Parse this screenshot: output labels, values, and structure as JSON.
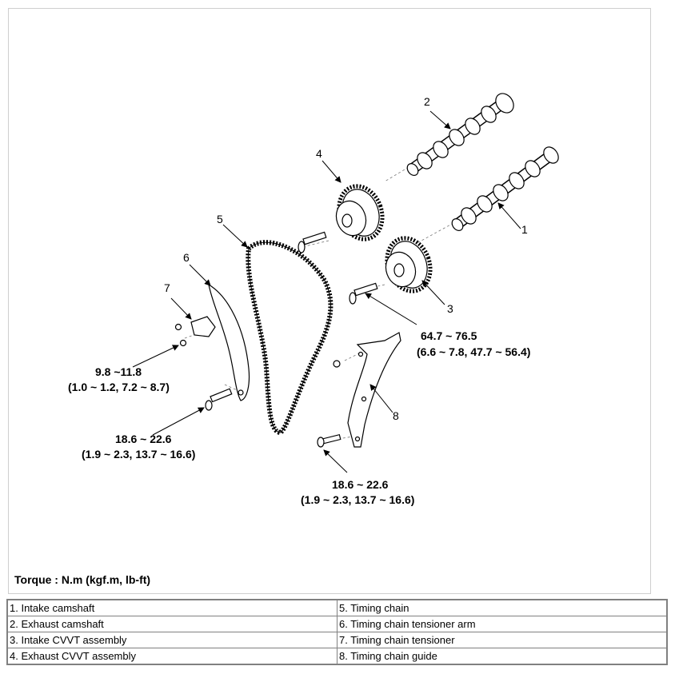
{
  "callouts": {
    "n1": "1",
    "n2": "2",
    "n3": "3",
    "n4": "4",
    "n5": "5",
    "n6": "6",
    "n7": "7",
    "n8": "8"
  },
  "torques": {
    "cvvt_bolt": {
      "line1": "64.7 ~ 76.5",
      "line2": "(6.6 ~ 7.8, 47.7 ~ 56.4)"
    },
    "tensioner_bolt": {
      "line1": "9.8 ~11.8",
      "line2": "(1.0 ~ 1.2, 7.2 ~ 8.7)"
    },
    "tensioner_arm_bolt": {
      "line1": "18.6 ~ 22.6",
      "line2": "(1.9 ~ 2.3, 13.7 ~ 16.6)"
    },
    "chain_guide_bolt": {
      "line1": "18.6 ~ 22.6",
      "line2": "(1.9 ~ 2.3, 13.7 ~ 16.6)"
    }
  },
  "torque_caption": "Torque : N.m (kgf.m, lb-ft)",
  "legend": {
    "rows": [
      {
        "left": "1. Intake camshaft",
        "right": "5. Timing chain"
      },
      {
        "left": "2. Exhaust camshaft",
        "right": "6. Timing chain tensioner arm"
      },
      {
        "left": "3. Intake CVVT assembly",
        "right": "7. Timing chain tensioner"
      },
      {
        "left": "4. Exhaust CVVT assembly",
        "right": "8. Timing chain guide"
      }
    ]
  }
}
